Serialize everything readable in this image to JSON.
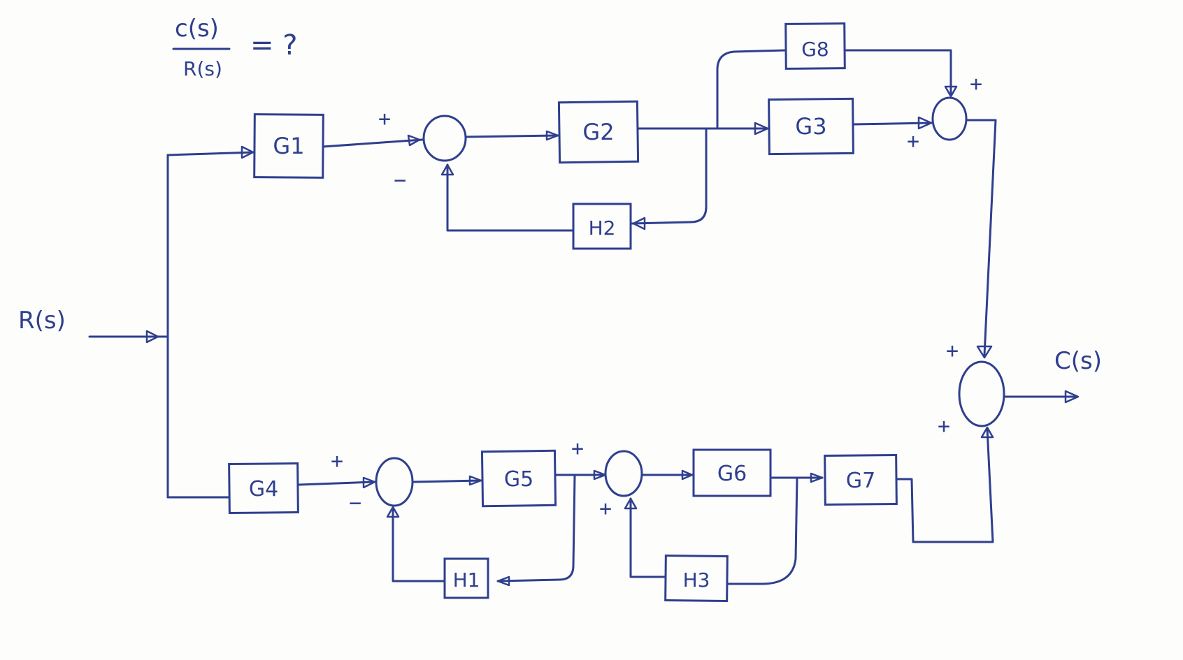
{
  "question": {
    "numerator": "c(s)",
    "denominator": "R(s)",
    "equals": "= ?"
  },
  "signals": {
    "input": "R(s)",
    "output": "C(s)"
  },
  "blocks": {
    "G1": "G1",
    "G2": "G2",
    "G3": "G3",
    "G4": "G4",
    "G5": "G5",
    "G6": "G6",
    "G7": "G7",
    "G8": "G8",
    "H1": "H1",
    "H2": "H2",
    "H3": "H3"
  },
  "signs": {
    "sj1_in": "+",
    "sj1_fb": "−",
    "sj2_top": "+",
    "sj2_left": "+",
    "sj3_in": "+",
    "sj3_fb": "−",
    "sj4_in": "+",
    "sj4_fb": "+",
    "sj5_top": "+",
    "sj5_bottom": "+"
  },
  "colors": {
    "ink": "#2f3f8f",
    "paper": "#fdfdfb"
  }
}
